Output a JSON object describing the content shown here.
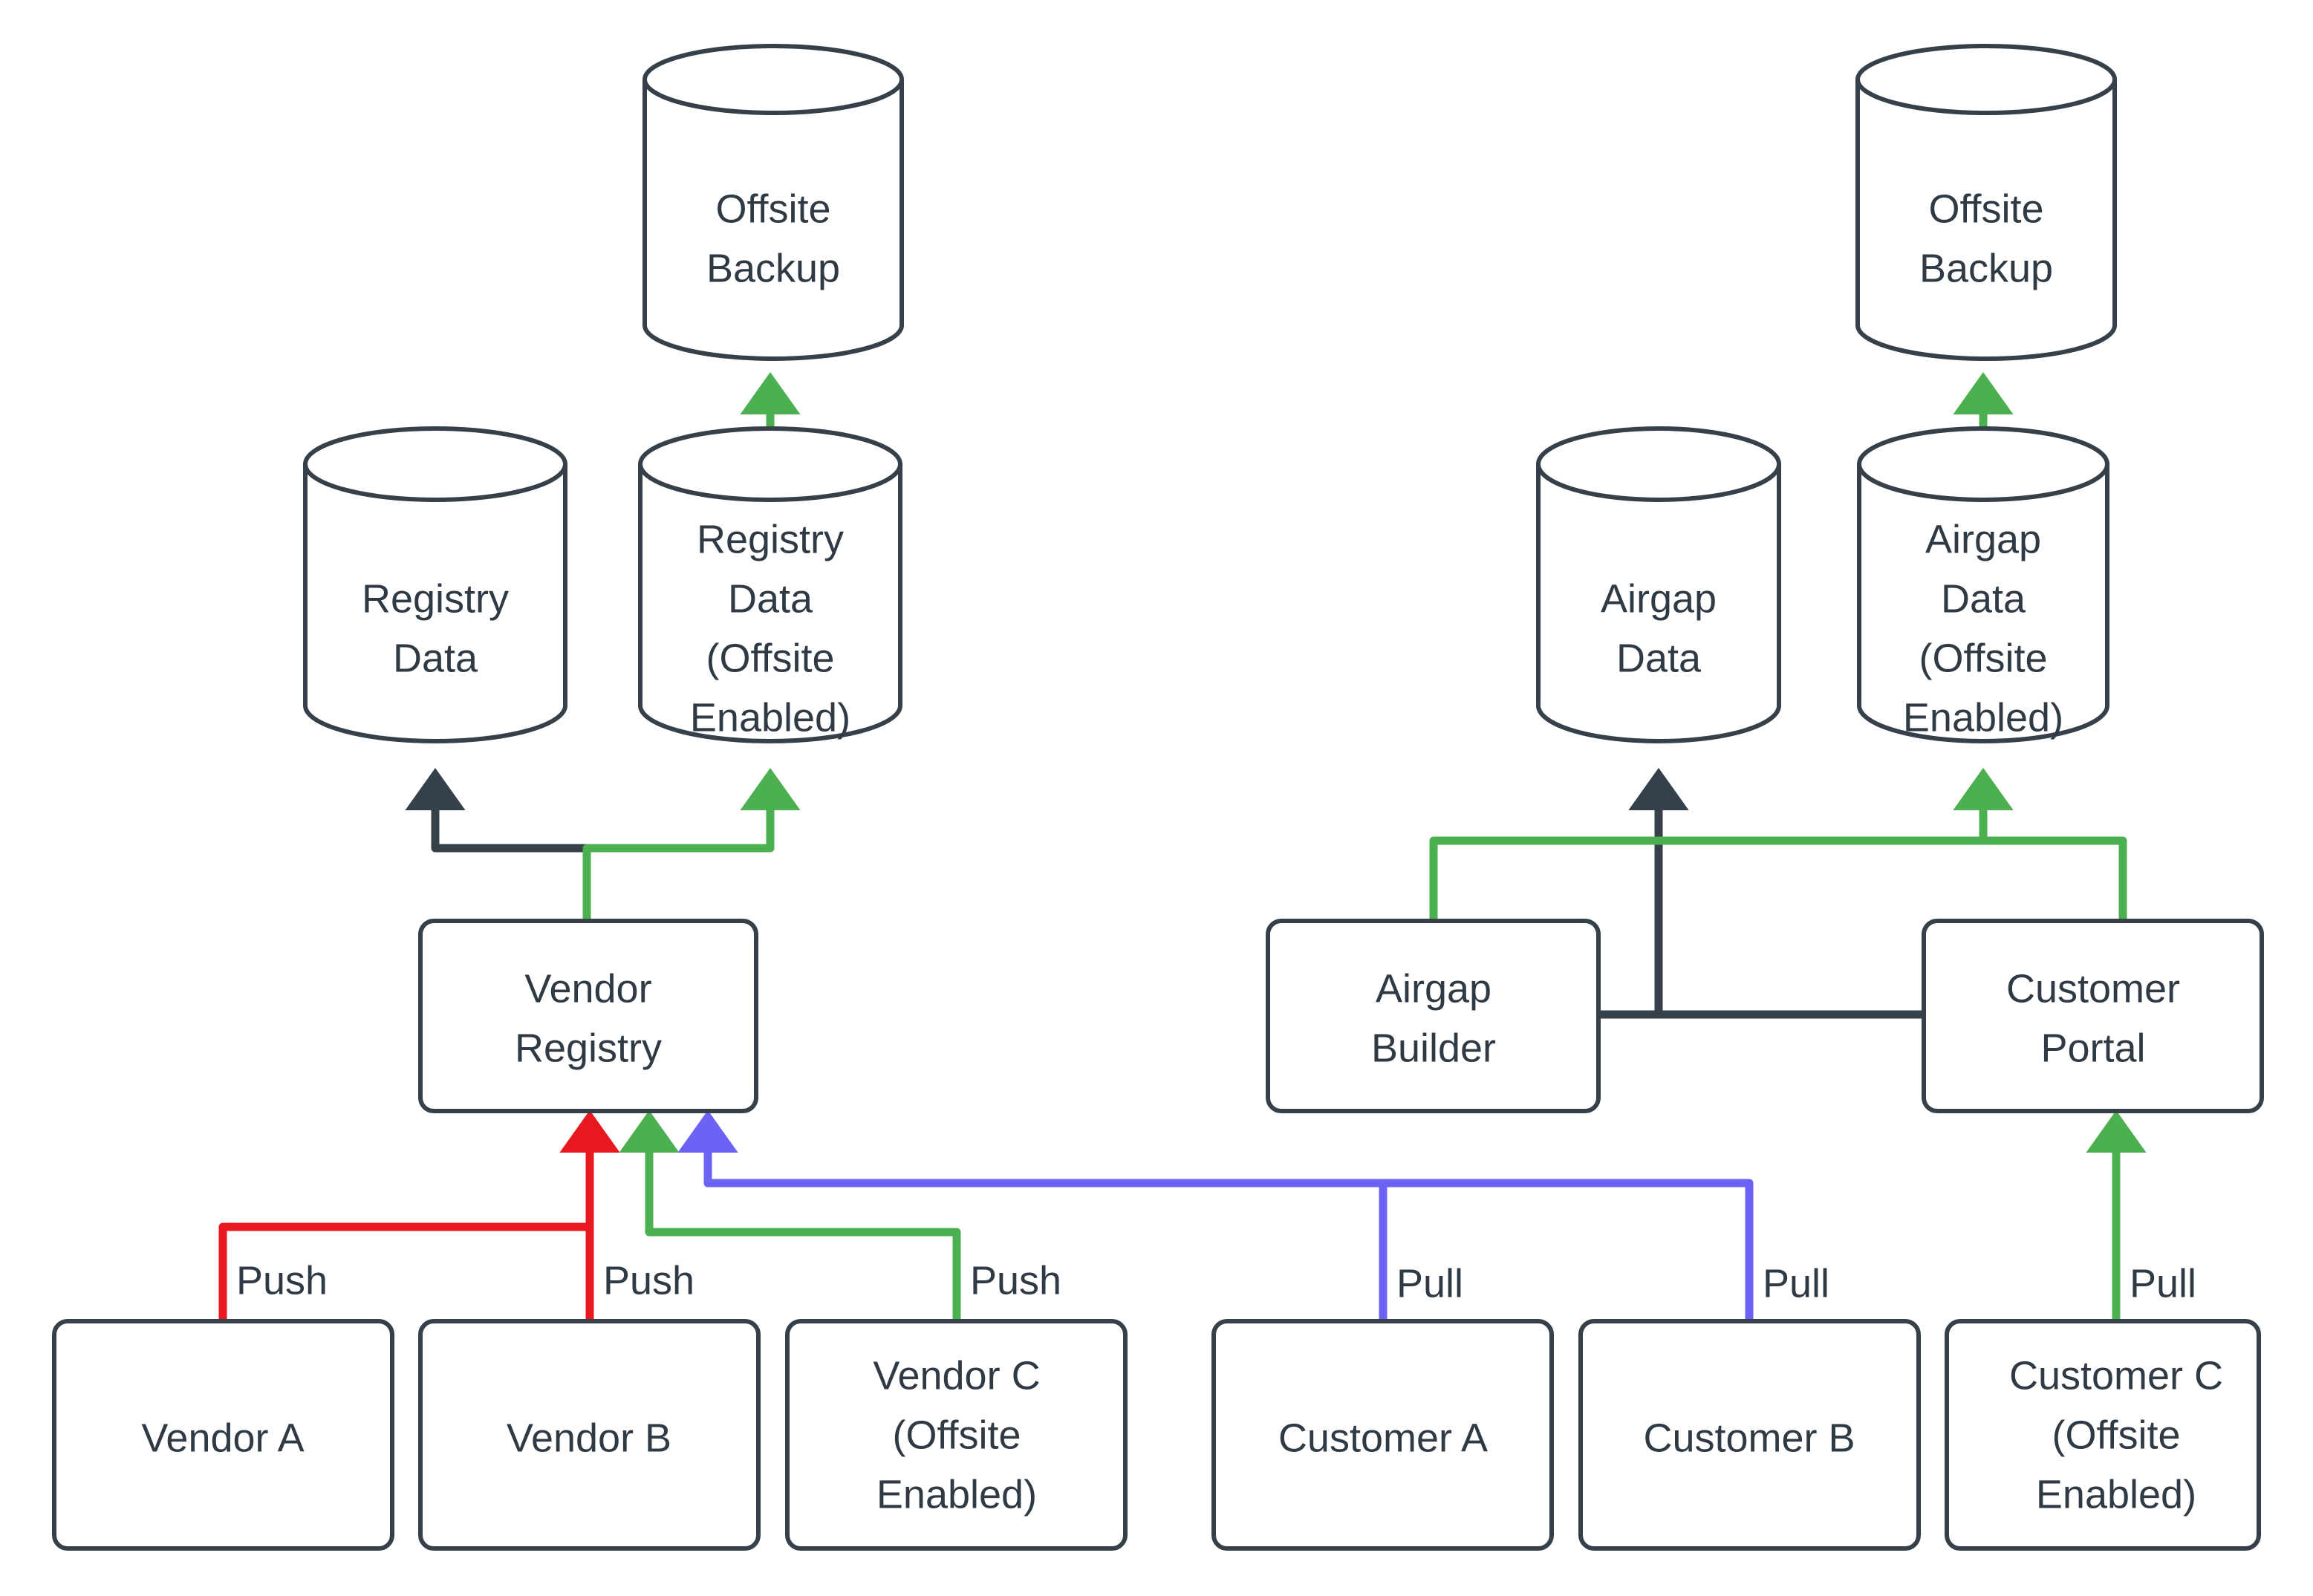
{
  "diagram": {
    "type": "flowchart",
    "background_color": "#ffffff",
    "node_stroke_color": "#36404a",
    "node_fill_color": "#ffffff",
    "text_color": "#2f3a44",
    "edge_colors": {
      "default": "#36404a",
      "green": "#4caf50",
      "red": "#e8181f",
      "purple": "#6c63f5"
    },
    "nodes": {
      "offsite_backup_left": {
        "label_line1": "Offsite",
        "label_line2": "Backup",
        "shape": "cylinder"
      },
      "offsite_backup_right": {
        "label_line1": "Offsite",
        "label_line2": "Backup",
        "shape": "cylinder"
      },
      "registry_data": {
        "label_line1": "Registry",
        "label_line2": "Data",
        "shape": "cylinder"
      },
      "registry_data_offsite": {
        "label_line1": "Registry",
        "label_line2": "Data",
        "label_line3": "(Offsite",
        "label_line4": "Enabled)",
        "shape": "cylinder"
      },
      "airgap_data": {
        "label_line1": "Airgap",
        "label_line2": "Data",
        "shape": "cylinder"
      },
      "airgap_data_offsite": {
        "label_line1": "Airgap",
        "label_line2": "Data",
        "label_line3": "(Offsite",
        "label_line4": "Enabled)",
        "shape": "cylinder"
      },
      "vendor_registry": {
        "label_line1": "Vendor",
        "label_line2": "Registry",
        "shape": "rect"
      },
      "airgap_builder": {
        "label_line1": "Airgap",
        "label_line2": "Builder",
        "shape": "rect"
      },
      "customer_portal": {
        "label_line1": "Customer",
        "label_line2": "Portal",
        "shape": "rect"
      },
      "vendor_a": {
        "label_line1": "Vendor A",
        "shape": "rect"
      },
      "vendor_b": {
        "label_line1": "Vendor B",
        "shape": "rect"
      },
      "vendor_c": {
        "label_line1": "Vendor C",
        "label_line2": "(Offsite",
        "label_line3": "Enabled)",
        "shape": "rect"
      },
      "customer_a": {
        "label_line1": "Customer A",
        "shape": "rect"
      },
      "customer_b": {
        "label_line1": "Customer B",
        "shape": "rect"
      },
      "customer_c": {
        "label_line1": "Customer C",
        "label_line2": "(Offsite",
        "label_line3": "Enabled)",
        "shape": "rect"
      }
    },
    "edge_labels": {
      "vendor_a_push": "Push",
      "vendor_b_push": "Push",
      "vendor_c_push": "Push",
      "customer_a_pull": "Pull",
      "customer_b_pull": "Pull",
      "customer_c_pull": "Pull"
    },
    "edges": [
      {
        "from": "registry_data_offsite",
        "to": "offsite_backup_left",
        "color": "green",
        "label": ""
      },
      {
        "from": "airgap_data_offsite",
        "to": "offsite_backup_right",
        "color": "green",
        "label": ""
      },
      {
        "from": "vendor_registry",
        "to": "registry_data",
        "color": "default",
        "label": ""
      },
      {
        "from": "vendor_registry",
        "to": "registry_data_offsite",
        "color": "green",
        "label": ""
      },
      {
        "from": "airgap_builder",
        "to": "airgap_data",
        "color": "default",
        "label": ""
      },
      {
        "from": "customer_portal",
        "to": "airgap_data",
        "color": "default",
        "label": ""
      },
      {
        "from": "airgap_builder",
        "to": "airgap_data_offsite",
        "color": "green",
        "label": ""
      },
      {
        "from": "customer_portal",
        "to": "airgap_data_offsite",
        "color": "green",
        "label": ""
      },
      {
        "from": "vendor_a",
        "to": "vendor_registry",
        "color": "red",
        "label": "Push"
      },
      {
        "from": "vendor_b",
        "to": "vendor_registry",
        "color": "red",
        "label": "Push"
      },
      {
        "from": "vendor_c",
        "to": "vendor_registry",
        "color": "green",
        "label": "Push"
      },
      {
        "from": "customer_a",
        "to": "vendor_registry",
        "color": "purple",
        "label": "Pull"
      },
      {
        "from": "customer_b",
        "to": "vendor_registry",
        "color": "purple",
        "label": "Pull"
      },
      {
        "from": "customer_c",
        "to": "customer_portal",
        "color": "green",
        "label": "Pull"
      }
    ]
  }
}
